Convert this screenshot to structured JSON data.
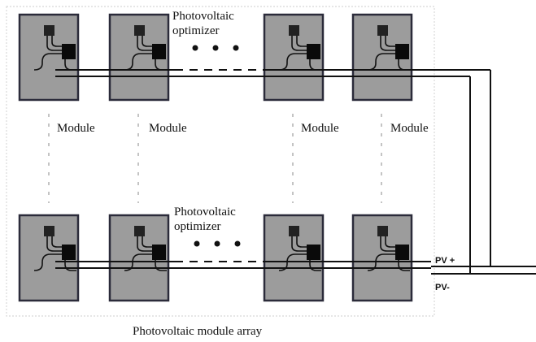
{
  "labels": {
    "optimizer_top_line1": "Photovoltaic",
    "optimizer_top_line2": "optimizer",
    "optimizer_bottom_line1": "Photovoltaic",
    "optimizer_bottom_line2": "optimizer",
    "module_1": "Module",
    "module_2": "Module",
    "module_3": "Module",
    "module_4": "Module",
    "pv_plus": "PV +",
    "pv_minus": "PV-",
    "caption": "Photovoltaic module array"
  },
  "colors": {
    "panel_fill": "#9c9c9c",
    "panel_border": "#2b2b3a",
    "wire": "#111111",
    "array_border": "#d8d8d8"
  }
}
